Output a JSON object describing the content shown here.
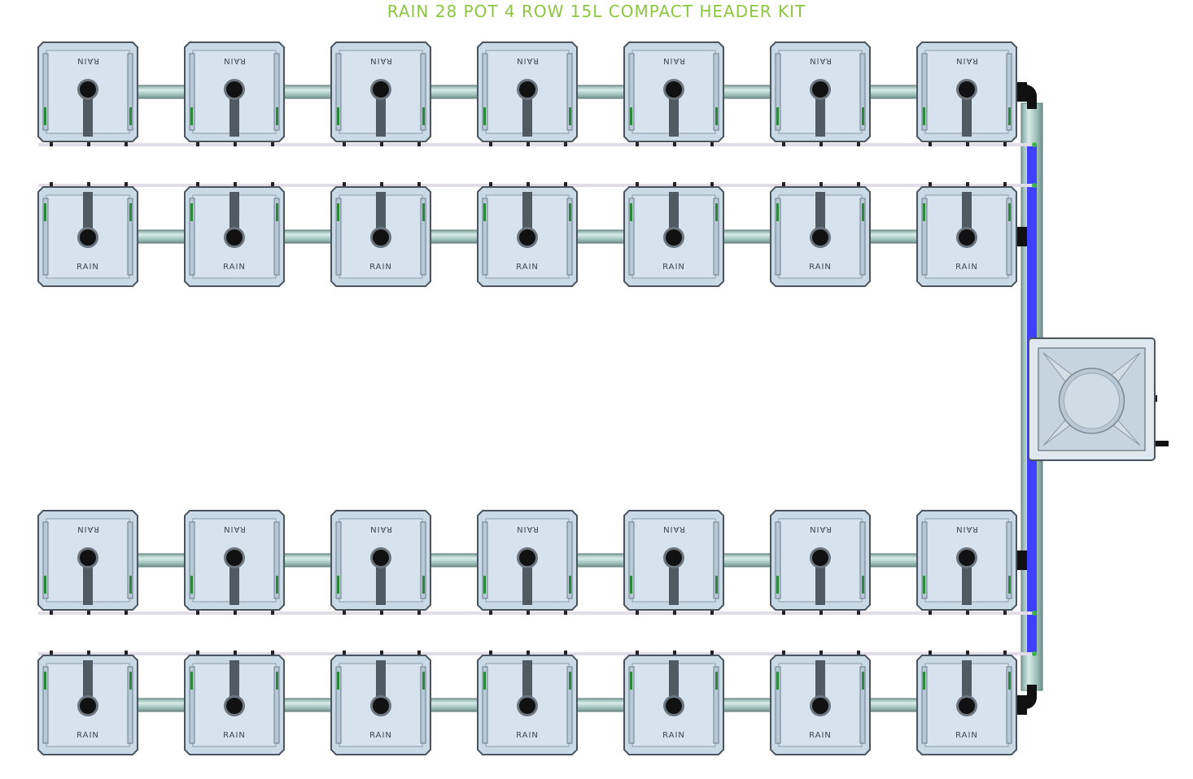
{
  "title": "RAIN 28 POT 4 ROW 15L COMPACT HEADER KIT",
  "pot_brand": "RAIN",
  "layout": {
    "rows": 4,
    "pots_per_row": 7,
    "total_pots": 28,
    "row_labels": [
      "top",
      "bottom",
      "top",
      "bottom"
    ]
  },
  "colors": {
    "title": "#8cc63f",
    "pot_body": "#c9d9e6",
    "pot_outline": "#4a5560",
    "pipe": "#a9c8c2",
    "feed_line": "#4040ff",
    "drip_line": "#e1dce8",
    "fitting": "#111111"
  }
}
